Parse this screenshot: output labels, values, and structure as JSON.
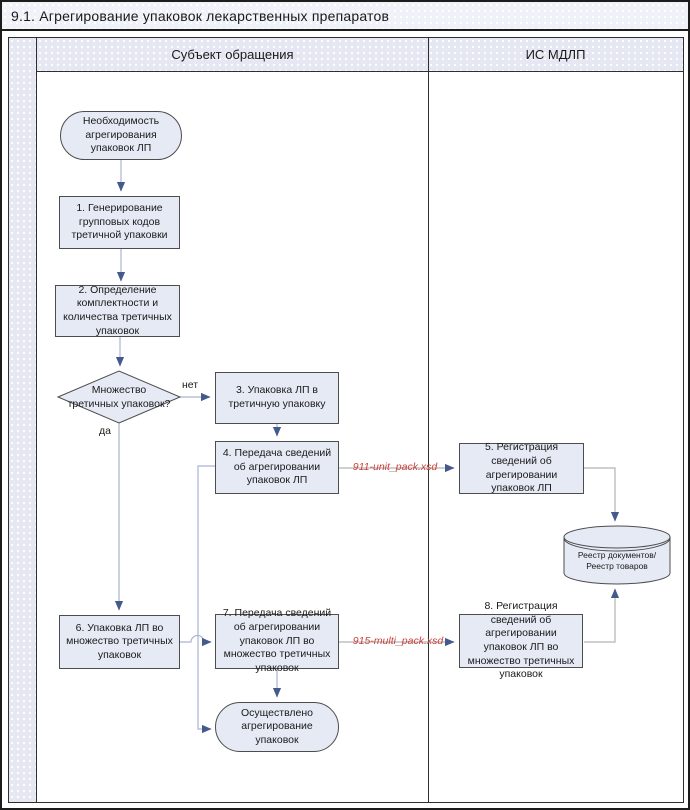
{
  "title": "9.1. Агрегирование упаковок лекарственных препаратов",
  "lanes": {
    "left": "Субъект обращения",
    "right": "ИС МДЛП"
  },
  "nodes": {
    "start": "Необходимость агрегирования упаковок ЛП",
    "step1": "1. Генерирование групповых кодов третичной упаковки",
    "step2": "2. Определение комплектности и количества третичных упаковок",
    "decision": "Множество третичных упаковок?",
    "step3": "3. Упаковка ЛП в третичную упаковку",
    "step4": "4. Передача сведений об агрегировании упаковок ЛП",
    "step5": "5. Регистрация сведений об агрегировании упаковок ЛП",
    "step6": "6. Упаковка ЛП во множество третичных упаковок",
    "step7": "7. Передача сведений об агрегировании упаковок ЛП во множество третичных упаковок",
    "step8": "8. Регистрация сведений об агрегировании упаковок ЛП во множество третичных упаковок",
    "end": "Осуществлено агрегирование упаковок",
    "registry": "Реестр документов/Реестр товаров"
  },
  "branch_labels": {
    "no": "нет",
    "yes": "да"
  },
  "message_labels": {
    "unit_pack": "911-unit_pack.xsd",
    "multi_pack": "915-multi_pack.xsd"
  },
  "colors": {
    "shape_fill": "#e6eaf5",
    "shape_border": "#4d4d4d",
    "flow_line": "#a9b5d2",
    "message_line": "#b3b3b3",
    "arrowhead": "#44598c",
    "message_text": "#c9423b",
    "lane_band": "#e5e8f2"
  }
}
